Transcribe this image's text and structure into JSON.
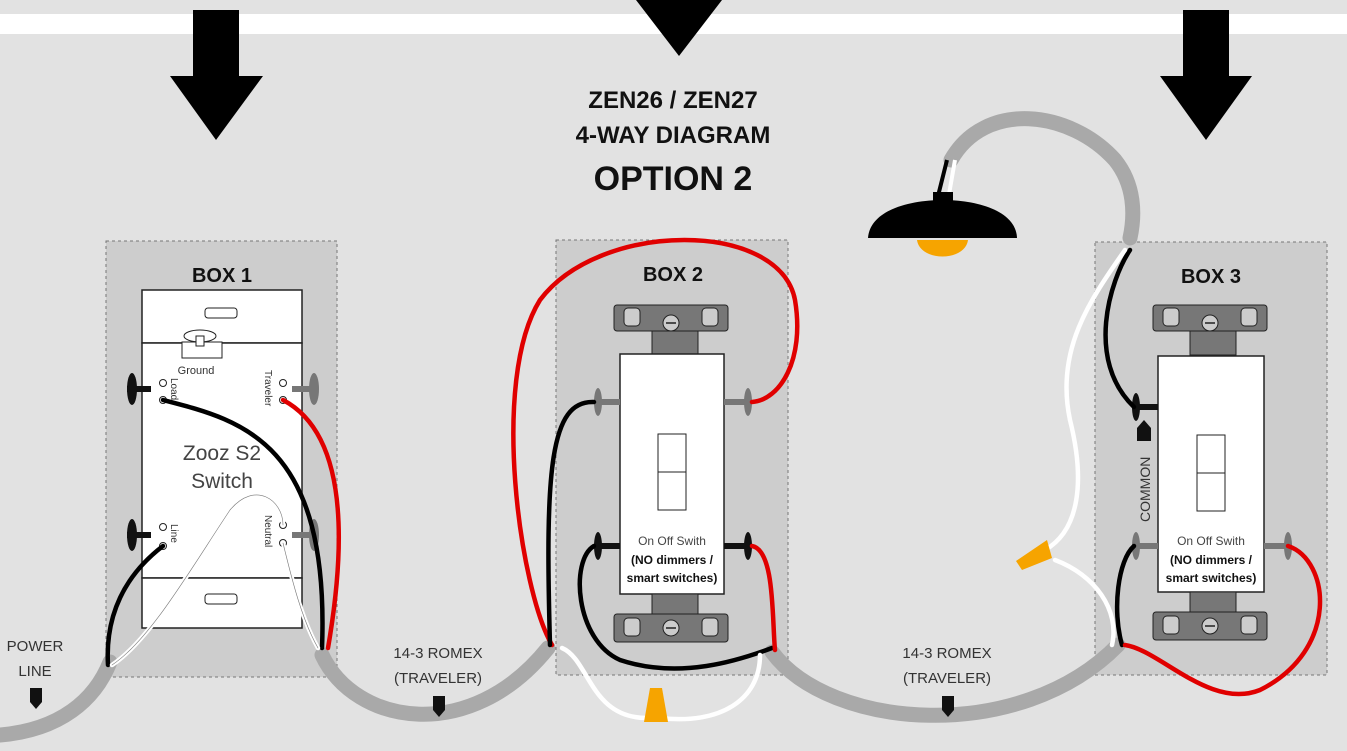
{
  "title": {
    "line1": "ZEN26 / ZEN27",
    "line2": "4-WAY DIAGRAM",
    "line3": "OPTION 2"
  },
  "boxes": {
    "box1": {
      "label": "BOX 1",
      "device_name_line1": "Zooz S2",
      "device_name_line2": "Switch",
      "terminal_ground": "Ground",
      "terminal_load": "Load",
      "terminal_line": "Line",
      "terminal_traveler": "Traveler",
      "terminal_neutral": "Neutral"
    },
    "box2": {
      "label": "BOX 2",
      "switch_caption": "On Off Swith",
      "switch_note_line1": "(NO dimmers /",
      "switch_note_line2": "smart switches)"
    },
    "box3": {
      "label": "BOX 3",
      "switch_caption": "On Off Swith",
      "switch_note_line1": "(NO dimmers /",
      "switch_note_line2": "smart switches)",
      "common_label": "COMMON"
    }
  },
  "cables": {
    "power_line_1": "POWER",
    "power_line_2": "LINE",
    "romex1_line1": "14-3 ROMEX",
    "romex1_line2": "(TRAVELER)",
    "romex2_line1": "14-3 ROMEX",
    "romex2_line2": "(TRAVELER)"
  },
  "colors": {
    "background": "#e2e2e2",
    "box_fill": "#cdcdcd",
    "cable_gray": "#a9a9a9",
    "wire_red": "#e00000",
    "wire_black": "#000000",
    "wire_white": "#ffffff",
    "wire_nut_orange": "#f6a400",
    "bulb_orange": "#f6a400"
  }
}
